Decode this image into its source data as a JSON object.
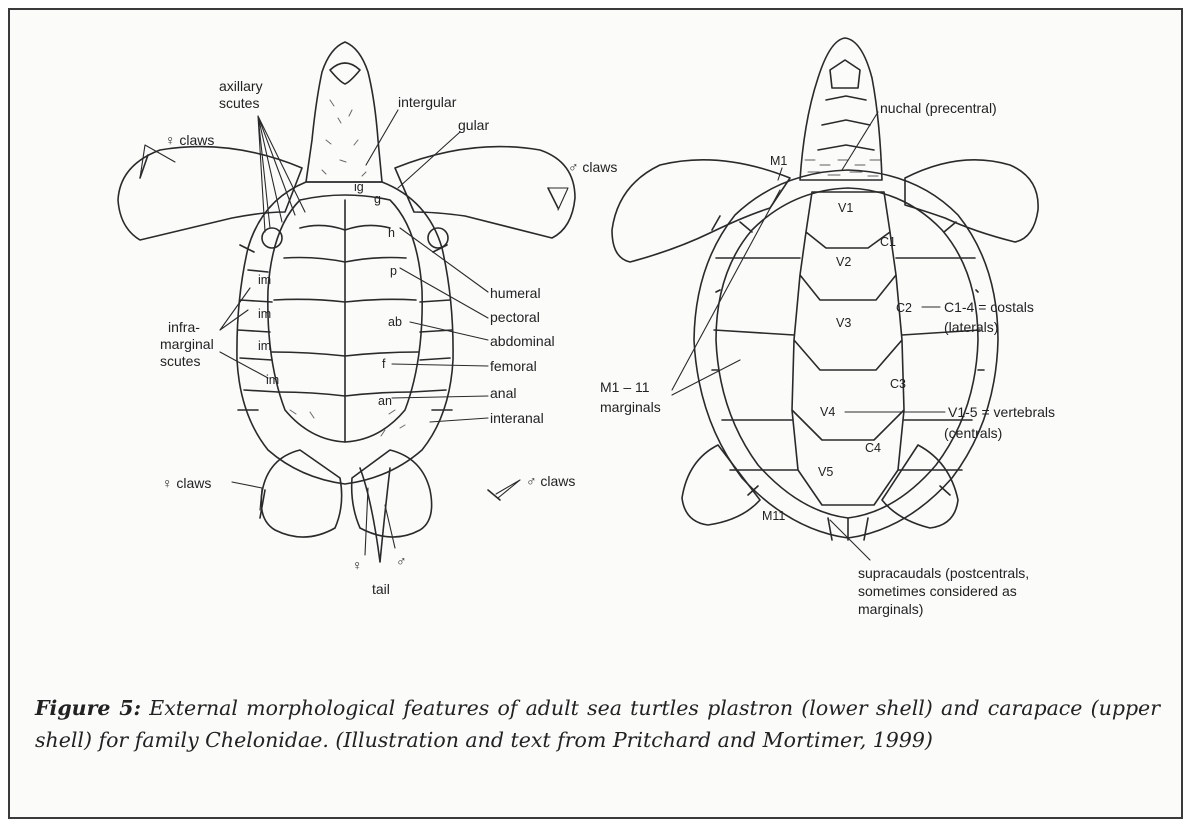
{
  "plastron": {
    "axillary_scutes": "axillary\nscutes",
    "female_claws_top": "♀ claws",
    "male_claws_top": "♂ claws",
    "intergular": "intergular",
    "gular": "gular",
    "ig": "ig",
    "g": "g",
    "h": "h",
    "p": "p",
    "ab": "ab",
    "f": "f",
    "an": "an",
    "im1": "im",
    "im2": "im",
    "im3": "im",
    "im4": "im",
    "humeral": "humeral",
    "pectoral": "pectoral",
    "abdominal": "abdominal",
    "femoral": "femoral",
    "anal": "anal",
    "interanal": "interanal",
    "inframarginal_1": "infra-",
    "inframarginal_2": "marginal",
    "inframarginal_3": "scutes",
    "female_claws_bottom": "♀ claws",
    "male_claws_bottom": "♂ claws",
    "tail_female": "♀",
    "tail_male": "♂",
    "tail": "tail"
  },
  "carapace": {
    "nuchal": "nuchal (precentral)",
    "M1": "M1",
    "V1": "V1",
    "V2": "V2",
    "V3": "V3",
    "V4": "V4",
    "V5": "V5",
    "C1": "C1",
    "C2": "C2",
    "C3": "C3",
    "C4": "C4",
    "costals_1": "C1-4 = costals",
    "costals_2": "(laterals)",
    "vertebrals_1": "V1-5 = vertebrals",
    "vertebrals_2": "(centrals)",
    "marginals_1": "M1 – 11",
    "marginals_2": "marginals",
    "M11": "M11",
    "supracaudals_1": "supracaudals (postcentrals,",
    "supracaudals_2": "sometimes considered as",
    "supracaudals_3": "marginals)"
  },
  "caption": {
    "figure_label": "Figure 5:",
    "text": " External morphological features of adult sea turtles plastron (lower shell) and carapace (upper shell) for family Chelonidae. (Illustration and text from Pritchard and Mortimer, 1999)"
  }
}
